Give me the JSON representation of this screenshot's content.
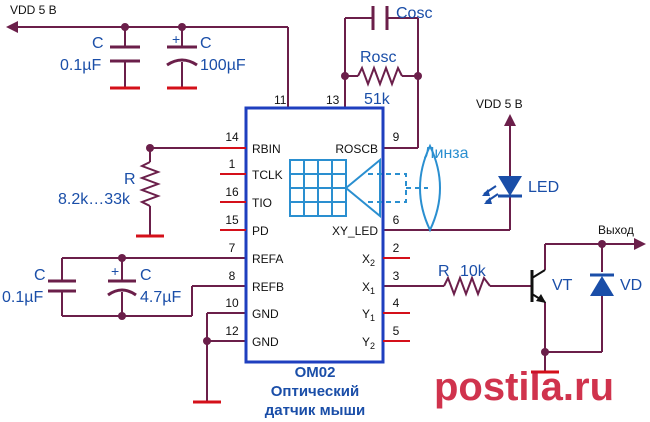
{
  "colors": {
    "wire": "#6b1f4a",
    "ground": "#d4101a",
    "chip_border": "#1f3fbf",
    "sensor_blue": "#2a8fd0",
    "label_blue": "#1a4ea8",
    "text_black": "#111111",
    "watermark": "#c8102e",
    "led_blue": "#1a4ea8"
  },
  "power": {
    "vdd_left": "VDD 5 В",
    "vdd_led": "VDD 5 В"
  },
  "chip": {
    "name": "OM02",
    "subtitle_line1": "Оптический",
    "subtitle_line2": "датчик мыши",
    "left_pins": [
      {
        "num": "14",
        "label": "RBIN"
      },
      {
        "num": "1",
        "label": "TCLK"
      },
      {
        "num": "16",
        "label": "TIO"
      },
      {
        "num": "15",
        "label": "PD"
      },
      {
        "num": "7",
        "label": "REFA"
      },
      {
        "num": "8",
        "label": "REFB"
      },
      {
        "num": "10",
        "label": "GND"
      },
      {
        "num": "12",
        "label": "GND"
      }
    ],
    "right_pins": [
      {
        "num": "9",
        "label": "ROSCB"
      },
      {
        "num": "6",
        "label": "XY_LED"
      },
      {
        "num": "2",
        "label": "X",
        "sub": "2"
      },
      {
        "num": "3",
        "label": "X",
        "sub": "1"
      },
      {
        "num": "4",
        "label": "Y",
        "sub": "1"
      },
      {
        "num": "5",
        "label": "Y",
        "sub": "2"
      }
    ],
    "top_pins": [
      {
        "num": "11"
      },
      {
        "num": "13"
      }
    ]
  },
  "components": {
    "c_top_small": {
      "name": "C",
      "value": "0.1µF"
    },
    "c_top_large": {
      "name": "C",
      "value": "100µF",
      "polarity": "+"
    },
    "c_bot_small": {
      "name": "C",
      "value": "0.1µF"
    },
    "c_bot_large": {
      "name": "C",
      "value": "4.7µF",
      "polarity": "+"
    },
    "r_bias": {
      "name": "R",
      "value": "8.2k…33k"
    },
    "c_osc": {
      "name": "Cosc"
    },
    "r_osc": {
      "name": "Rosc",
      "value": "51k"
    },
    "lens": {
      "name": "Линза"
    },
    "led": {
      "name": "LED"
    },
    "r_base": {
      "name": "R",
      "value": "10k"
    },
    "transistor": {
      "name": "VT"
    },
    "diode": {
      "name": "VD"
    },
    "output": {
      "name": "Выход"
    }
  },
  "watermark": "postila.ru"
}
